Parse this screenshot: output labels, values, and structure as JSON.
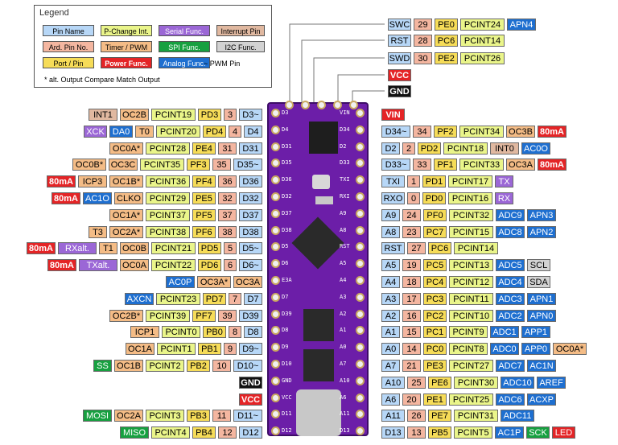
{
  "legend": {
    "title": "Legend",
    "items": [
      {
        "text": "Pin Name",
        "cls": "c-name"
      },
      {
        "text": "P-Change Int.",
        "cls": "c-pc"
      },
      {
        "text": "Serial Func.",
        "cls": "c-ser"
      },
      {
        "text": "Interrupt Pin",
        "cls": "c-int"
      },
      {
        "text": "Ard. Pin No.",
        "cls": "c-ard"
      },
      {
        "text": "Timer / PWM",
        "cls": "c-tm"
      },
      {
        "text": "SPI Func.",
        "cls": "c-spi"
      },
      {
        "text": "I2C Func.",
        "cls": "c-i2c"
      },
      {
        "text": "Port / Pin",
        "cls": "c-port"
      },
      {
        "text": "Power Func.",
        "cls": "c-pwr"
      },
      {
        "text": "Analog Func.",
        "cls": "c-ana"
      }
    ],
    "pwm_note": "~ PWM Pin",
    "footnote": "* alt. Output Compare Match Output"
  },
  "colors": {
    "board": "#6c1ea8",
    "pin_name": "#b7d7f7",
    "ard_pin": "#f4b6a0",
    "pcint": "#eaf58a",
    "timer": "#f4bc86",
    "port": "#f6dc58",
    "power": "#e42426",
    "serial": "#9b67d6",
    "spi": "#17a040",
    "analog": "#1e6fd0",
    "i2c": "#d2d2d2"
  },
  "left_rows": [
    [
      {
        "t": "INT1",
        "c": "c-int"
      },
      {
        "t": "OC2B",
        "c": "c-tm"
      },
      {
        "t": "PCINT19",
        "c": "c-pc"
      },
      {
        "t": "PD3",
        "c": "c-port"
      },
      {
        "t": "3",
        "c": "c-ard"
      },
      {
        "t": "D3~",
        "c": "c-name"
      }
    ],
    [
      {
        "t": "XCK",
        "c": "c-ser"
      },
      {
        "t": "DA0",
        "c": "c-ana"
      },
      {
        "t": "T0",
        "c": "c-tm"
      },
      {
        "t": "PCINT20",
        "c": "c-pc"
      },
      {
        "t": "PD4",
        "c": "c-port"
      },
      {
        "t": "4",
        "c": "c-ard"
      },
      {
        "t": "D4",
        "c": "c-name"
      }
    ],
    [
      {
        "t": "OC0A*",
        "c": "c-tm"
      },
      {
        "t": "PCINT28",
        "c": "c-pc"
      },
      {
        "t": "PE4",
        "c": "c-port"
      },
      {
        "t": "31",
        "c": "c-ard"
      },
      {
        "t": "D31",
        "c": "c-name"
      }
    ],
    [
      {
        "t": "OC0B*",
        "c": "c-tm"
      },
      {
        "t": "OC3C",
        "c": "c-tm"
      },
      {
        "t": "PCINT35",
        "c": "c-pc"
      },
      {
        "t": "PF3",
        "c": "c-port"
      },
      {
        "t": "35",
        "c": "c-ard"
      },
      {
        "t": "D35~",
        "c": "c-name"
      }
    ],
    [
      {
        "t": "80mA",
        "c": "c-pwr"
      },
      {
        "t": "ICP3",
        "c": "c-tm"
      },
      {
        "t": "OC1B*",
        "c": "c-tm"
      },
      {
        "t": "PCINT36",
        "c": "c-pc"
      },
      {
        "t": "PF4",
        "c": "c-port"
      },
      {
        "t": "36",
        "c": "c-ard"
      },
      {
        "t": "D36",
        "c": "c-name"
      }
    ],
    [
      {
        "t": "80mA",
        "c": "c-pwr"
      },
      {
        "t": "AC1O",
        "c": "c-ana"
      },
      {
        "t": "CLKO",
        "c": "c-tm"
      },
      {
        "t": "PCINT29",
        "c": "c-pc"
      },
      {
        "t": "PE5",
        "c": "c-port"
      },
      {
        "t": "32",
        "c": "c-ard"
      },
      {
        "t": "D32",
        "c": "c-name"
      }
    ],
    [
      {
        "t": "OC1A*",
        "c": "c-tm"
      },
      {
        "t": "PCINT37",
        "c": "c-pc"
      },
      {
        "t": "PF5",
        "c": "c-port"
      },
      {
        "t": "37",
        "c": "c-ard"
      },
      {
        "t": "D37",
        "c": "c-name"
      }
    ],
    [
      {
        "t": "T3",
        "c": "c-tm"
      },
      {
        "t": "OC2A*",
        "c": "c-tm"
      },
      {
        "t": "PCINT38",
        "c": "c-pc"
      },
      {
        "t": "PF6",
        "c": "c-port"
      },
      {
        "t": "38",
        "c": "c-ard"
      },
      {
        "t": "D38",
        "c": "c-name"
      }
    ],
    [
      {
        "t": "80mA",
        "c": "c-pwr"
      },
      {
        "t": "RXalt.",
        "c": "c-ser"
      },
      {
        "t": "T1",
        "c": "c-tm"
      },
      {
        "t": "OC0B",
        "c": "c-tm"
      },
      {
        "t": "PCINT21",
        "c": "c-pc"
      },
      {
        "t": "PD5",
        "c": "c-port"
      },
      {
        "t": "5",
        "c": "c-ard"
      },
      {
        "t": "D5~",
        "c": "c-name"
      }
    ],
    [
      {
        "t": "80mA",
        "c": "c-pwr"
      },
      {
        "t": "TXalt.",
        "c": "c-ser"
      },
      {
        "t": "OC0A",
        "c": "c-tm"
      },
      {
        "t": "PCINT22",
        "c": "c-pc"
      },
      {
        "t": "PD6",
        "c": "c-port"
      },
      {
        "t": "6",
        "c": "c-ard"
      },
      {
        "t": "D6~",
        "c": "c-name"
      }
    ],
    [
      {
        "t": "AC0P",
        "c": "c-ana"
      },
      {
        "t": "OC3A*",
        "c": "c-tm"
      },
      {
        "t": "OC3A",
        "c": "c-tm"
      }
    ],
    [
      {
        "t": "AXCN",
        "c": "c-ana"
      },
      {
        "t": "PCINT23",
        "c": "c-pc"
      },
      {
        "t": "PD7",
        "c": "c-port"
      },
      {
        "t": "7",
        "c": "c-ard"
      },
      {
        "t": "D7",
        "c": "c-name"
      }
    ],
    [
      {
        "t": "OC2B*",
        "c": "c-tm"
      },
      {
        "t": "PCINT39",
        "c": "c-pc"
      },
      {
        "t": "PF7",
        "c": "c-port"
      },
      {
        "t": "39",
        "c": "c-ard"
      },
      {
        "t": "D39",
        "c": "c-name"
      }
    ],
    [
      {
        "t": "ICP1",
        "c": "c-tm"
      },
      {
        "t": "PCINT0",
        "c": "c-pc"
      },
      {
        "t": "PB0",
        "c": "c-port"
      },
      {
        "t": "8",
        "c": "c-ard"
      },
      {
        "t": "D8",
        "c": "c-name"
      }
    ],
    [
      {
        "t": "OC1A",
        "c": "c-tm"
      },
      {
        "t": "PCINT1",
        "c": "c-pc"
      },
      {
        "t": "PB1",
        "c": "c-port"
      },
      {
        "t": "9",
        "c": "c-ard"
      },
      {
        "t": "D9~",
        "c": "c-name"
      }
    ],
    [
      {
        "t": "SS",
        "c": "c-spi"
      },
      {
        "t": "OC1B",
        "c": "c-tm"
      },
      {
        "t": "PCINT2",
        "c": "c-pc"
      },
      {
        "t": "PB2",
        "c": "c-port"
      },
      {
        "t": "10",
        "c": "c-ard"
      },
      {
        "t": "D10~",
        "c": "c-name"
      }
    ],
    [
      {
        "t": "GND",
        "c": "c-gnd"
      }
    ],
    [
      {
        "t": "VCC",
        "c": "c-pwr"
      }
    ],
    [
      {
        "t": "MOSI",
        "c": "c-spi"
      },
      {
        "t": "OC2A",
        "c": "c-tm"
      },
      {
        "t": "PCINT3",
        "c": "c-pc"
      },
      {
        "t": "PB3",
        "c": "c-port"
      },
      {
        "t": "11",
        "c": "c-ard"
      },
      {
        "t": "D11~",
        "c": "c-name"
      }
    ],
    [
      {
        "t": "MISO",
        "c": "c-spi"
      },
      {
        "t": "PCINT4",
        "c": "c-pc"
      },
      {
        "t": "PB4",
        "c": "c-port"
      },
      {
        "t": "12",
        "c": "c-ard"
      },
      {
        "t": "D12",
        "c": "c-name"
      }
    ]
  ],
  "right_rows": [
    [
      {
        "t": "VIN",
        "c": "c-pwr"
      }
    ],
    [
      {
        "t": "D34~",
        "c": "c-name"
      },
      {
        "t": "34",
        "c": "c-ard"
      },
      {
        "t": "PF2",
        "c": "c-port"
      },
      {
        "t": "PCINT34",
        "c": "c-pc"
      },
      {
        "t": "OC3B",
        "c": "c-tm"
      },
      {
        "t": "80mA",
        "c": "c-pwr"
      }
    ],
    [
      {
        "t": "D2",
        "c": "c-name"
      },
      {
        "t": "2",
        "c": "c-ard"
      },
      {
        "t": "PD2",
        "c": "c-port"
      },
      {
        "t": "PCINT18",
        "c": "c-pc"
      },
      {
        "t": "INT0",
        "c": "c-int"
      },
      {
        "t": "AC0O",
        "c": "c-ana"
      }
    ],
    [
      {
        "t": "D33~",
        "c": "c-name"
      },
      {
        "t": "33",
        "c": "c-ard"
      },
      {
        "t": "PF1",
        "c": "c-port"
      },
      {
        "t": "PCINT33",
        "c": "c-pc"
      },
      {
        "t": "OC3A",
        "c": "c-tm"
      },
      {
        "t": "80mA",
        "c": "c-pwr"
      }
    ],
    [
      {
        "t": "TXI",
        "c": "c-name"
      },
      {
        "t": "1",
        "c": "c-ard"
      },
      {
        "t": "PD1",
        "c": "c-port"
      },
      {
        "t": "PCINT17",
        "c": "c-pc"
      },
      {
        "t": "TX",
        "c": "c-ser"
      }
    ],
    [
      {
        "t": "RXO",
        "c": "c-name"
      },
      {
        "t": "0",
        "c": "c-ard"
      },
      {
        "t": "PD0",
        "c": "c-port"
      },
      {
        "t": "PCINT16",
        "c": "c-pc"
      },
      {
        "t": "RX",
        "c": "c-ser"
      }
    ],
    [
      {
        "t": "A9",
        "c": "c-name"
      },
      {
        "t": "24",
        "c": "c-ard"
      },
      {
        "t": "PF0",
        "c": "c-port"
      },
      {
        "t": "PCINT32",
        "c": "c-pc"
      },
      {
        "t": "ADC9",
        "c": "c-ana"
      },
      {
        "t": "APN3",
        "c": "c-ana"
      }
    ],
    [
      {
        "t": "A8",
        "c": "c-name"
      },
      {
        "t": "23",
        "c": "c-ard"
      },
      {
        "t": "PC7",
        "c": "c-port"
      },
      {
        "t": "PCINT15",
        "c": "c-pc"
      },
      {
        "t": "ADC8",
        "c": "c-ana"
      },
      {
        "t": "APN2",
        "c": "c-ana"
      }
    ],
    [
      {
        "t": "RST",
        "c": "c-name"
      },
      {
        "t": "27",
        "c": "c-ard"
      },
      {
        "t": "PC6",
        "c": "c-port"
      },
      {
        "t": "PCINT14",
        "c": "c-pc"
      }
    ],
    [
      {
        "t": "A5",
        "c": "c-name"
      },
      {
        "t": "19",
        "c": "c-ard"
      },
      {
        "t": "PC5",
        "c": "c-port"
      },
      {
        "t": "PCINT13",
        "c": "c-pc"
      },
      {
        "t": "ADC5",
        "c": "c-ana"
      },
      {
        "t": "SCL",
        "c": "c-i2c"
      }
    ],
    [
      {
        "t": "A4",
        "c": "c-name"
      },
      {
        "t": "18",
        "c": "c-ard"
      },
      {
        "t": "PC4",
        "c": "c-port"
      },
      {
        "t": "PCINT12",
        "c": "c-pc"
      },
      {
        "t": "ADC4",
        "c": "c-ana"
      },
      {
        "t": "SDA",
        "c": "c-i2c"
      }
    ],
    [
      {
        "t": "A3",
        "c": "c-name"
      },
      {
        "t": "17",
        "c": "c-ard"
      },
      {
        "t": "PC3",
        "c": "c-port"
      },
      {
        "t": "PCINT11",
        "c": "c-pc"
      },
      {
        "t": "ADC3",
        "c": "c-ana"
      },
      {
        "t": "APN1",
        "c": "c-ana"
      }
    ],
    [
      {
        "t": "A2",
        "c": "c-name"
      },
      {
        "t": "16",
        "c": "c-ard"
      },
      {
        "t": "PC2",
        "c": "c-port"
      },
      {
        "t": "PCINT10",
        "c": "c-pc"
      },
      {
        "t": "ADC2",
        "c": "c-ana"
      },
      {
        "t": "APN0",
        "c": "c-ana"
      }
    ],
    [
      {
        "t": "A1",
        "c": "c-name"
      },
      {
        "t": "15",
        "c": "c-ard"
      },
      {
        "t": "PC1",
        "c": "c-port"
      },
      {
        "t": "PCINT9",
        "c": "c-pc"
      },
      {
        "t": "ADC1",
        "c": "c-ana"
      },
      {
        "t": "APP1",
        "c": "c-ana"
      }
    ],
    [
      {
        "t": "A0",
        "c": "c-name"
      },
      {
        "t": "14",
        "c": "c-ard"
      },
      {
        "t": "PC0",
        "c": "c-port"
      },
      {
        "t": "PCINT8",
        "c": "c-pc"
      },
      {
        "t": "ADC0",
        "c": "c-ana"
      },
      {
        "t": "APP0",
        "c": "c-ana"
      },
      {
        "t": "OC0A*",
        "c": "c-tm"
      }
    ],
    [
      {
        "t": "A7",
        "c": "c-name"
      },
      {
        "t": "21",
        "c": "c-ard"
      },
      {
        "t": "PE3",
        "c": "c-port"
      },
      {
        "t": "PCINT27",
        "c": "c-pc"
      },
      {
        "t": "ADC7",
        "c": "c-ana"
      },
      {
        "t": "AC1N",
        "c": "c-ana"
      }
    ],
    [
      {
        "t": "A10",
        "c": "c-name"
      },
      {
        "t": "25",
        "c": "c-ard"
      },
      {
        "t": "PE6",
        "c": "c-port"
      },
      {
        "t": "PCINT30",
        "c": "c-pc"
      },
      {
        "t": "ADC10",
        "c": "c-ana"
      },
      {
        "t": "AREF",
        "c": "c-ana"
      }
    ],
    [
      {
        "t": "A6",
        "c": "c-name"
      },
      {
        "t": "20",
        "c": "c-ard"
      },
      {
        "t": "PE1",
        "c": "c-port"
      },
      {
        "t": "PCINT25",
        "c": "c-pc"
      },
      {
        "t": "ADC6",
        "c": "c-ana"
      },
      {
        "t": "ACXP",
        "c": "c-ana"
      }
    ],
    [
      {
        "t": "A11",
        "c": "c-name"
      },
      {
        "t": "26",
        "c": "c-ard"
      },
      {
        "t": "PE7",
        "c": "c-port"
      },
      {
        "t": "PCINT31",
        "c": "c-pc"
      },
      {
        "t": "ADC11",
        "c": "c-ana"
      }
    ],
    [
      {
        "t": "D13",
        "c": "c-name"
      },
      {
        "t": "13",
        "c": "c-ard"
      },
      {
        "t": "PB5",
        "c": "c-port"
      },
      {
        "t": "PCINT5",
        "c": "c-pc"
      },
      {
        "t": "AC1P",
        "c": "c-ana"
      },
      {
        "t": "SCK",
        "c": "c-spi"
      },
      {
        "t": "LED",
        "c": "c-led"
      }
    ]
  ],
  "top_rows": [
    [
      {
        "t": "SWC",
        "c": "c-name"
      },
      {
        "t": "29",
        "c": "c-ard"
      },
      {
        "t": "PE0",
        "c": "c-port"
      },
      {
        "t": "PCINT24",
        "c": "c-pc"
      },
      {
        "t": "APN4",
        "c": "c-ana"
      }
    ],
    [
      {
        "t": "RST",
        "c": "c-name"
      },
      {
        "t": "28",
        "c": "c-ard"
      },
      {
        "t": "PC6",
        "c": "c-port"
      },
      {
        "t": "PCINT14",
        "c": "c-pc"
      }
    ],
    [
      {
        "t": "SWD",
        "c": "c-name"
      },
      {
        "t": "30",
        "c": "c-ard"
      },
      {
        "t": "PE2",
        "c": "c-port"
      },
      {
        "t": "PCINT26",
        "c": "c-pc"
      }
    ],
    [
      {
        "t": "VCC",
        "c": "c-pwr"
      }
    ],
    [
      {
        "t": "GND",
        "c": "c-gnd"
      }
    ]
  ],
  "board": {
    "left_silk": [
      "D3",
      "D4",
      "D31",
      "D35",
      "D36",
      "D32",
      "D37",
      "D38",
      "D5",
      "D6",
      "E3A",
      "D7",
      "D39",
      "D8",
      "D9",
      "D10",
      "GND",
      "VCC",
      "D11",
      "D12"
    ],
    "right_silk": [
      "VIN",
      "D34",
      "D2",
      "D33",
      "TXI",
      "RXI",
      "A9",
      "A8",
      "RST",
      "A5",
      "A4",
      "A3",
      "A2",
      "A1",
      "A0",
      "A7",
      "A10",
      "A6",
      "A11",
      "D13"
    ]
  }
}
